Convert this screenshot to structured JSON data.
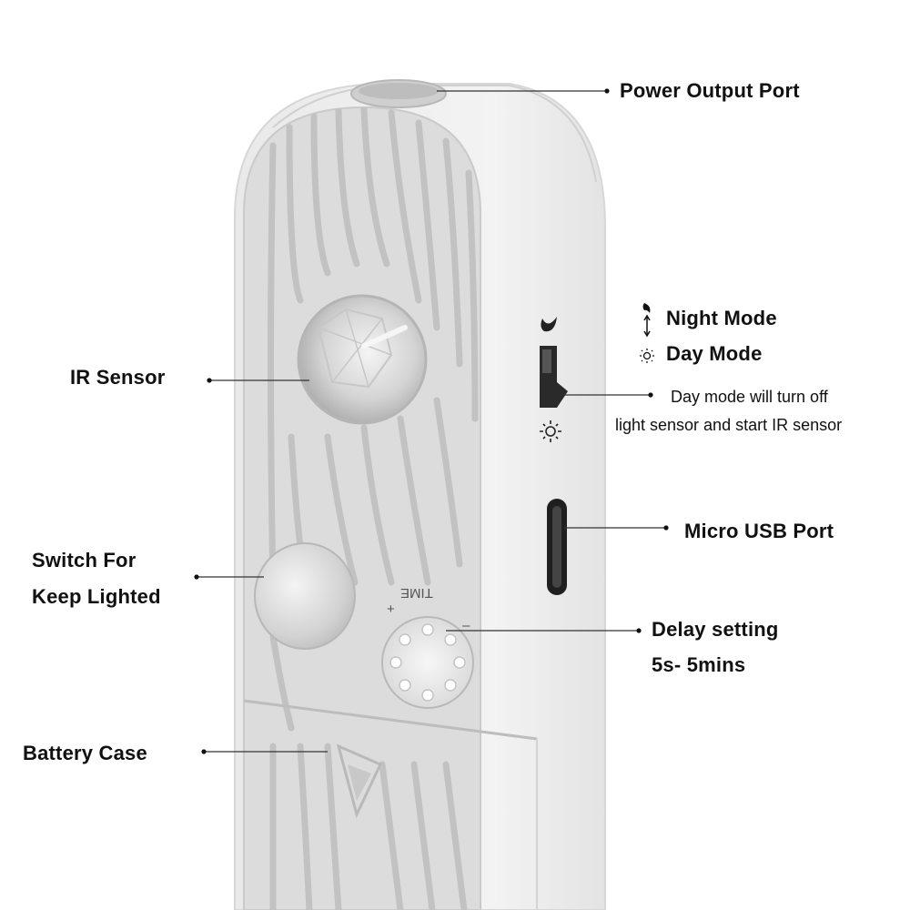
{
  "labels": {
    "power_output_port": "Power Output Port",
    "ir_sensor": "IR Sensor",
    "switch_line1": "Switch For",
    "switch_line2": "Keep Lighted",
    "battery_case": "Battery Case",
    "night_mode": "Night Mode",
    "day_mode": "Day Mode",
    "day_mode_note_line1": "Day mode will turn off",
    "day_mode_note_line2": "light sensor and start IR sensor",
    "micro_usb_port": "Micro USB Port",
    "delay_setting_line1": "Delay setting",
    "delay_setting_line2": "5s- 5mins"
  },
  "device": {
    "dial_label": "TIME",
    "dial_plus": "+",
    "dial_minus": "–"
  },
  "colors": {
    "body": "#eeeeee",
    "panel": "#dcdcdc",
    "groove": "#c4c4c4",
    "text": "#111111",
    "leader": "#333333"
  },
  "icons": [
    "moon-icon",
    "sun-icon",
    "up-down-arrow-icon"
  ]
}
